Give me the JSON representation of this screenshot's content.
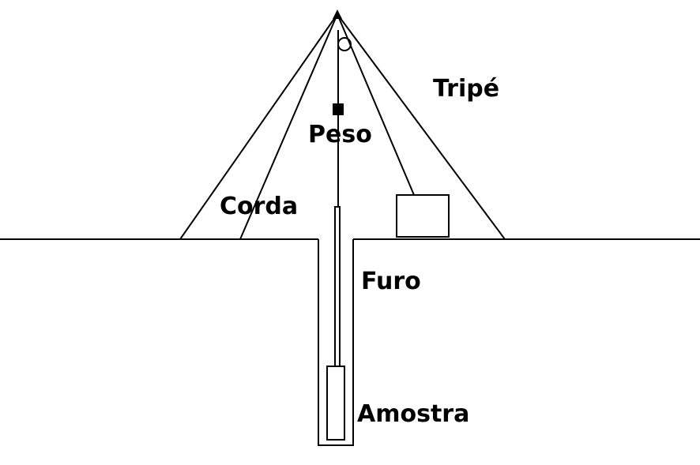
{
  "labels": {
    "tripod": "Tripé",
    "weight": "Peso",
    "rope": "Corda",
    "borehole": "Furo",
    "sample": "Amostra"
  },
  "colors": {
    "line": "#000000",
    "background": "#ffffff"
  }
}
